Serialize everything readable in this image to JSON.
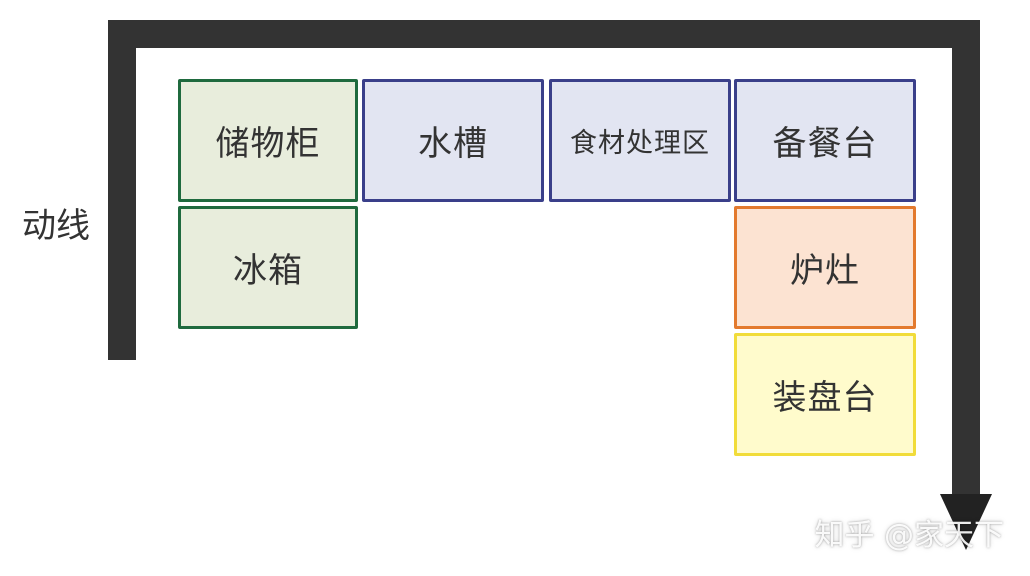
{
  "flow_label": "动线",
  "zones": {
    "storage_cabinet": "储物柜",
    "sink": "水槽",
    "food_prep": "食材处理区",
    "serving_counter": "备餐台",
    "fridge": "冰箱",
    "stove": "炉灶",
    "plating_counter": "装盘台"
  },
  "watermark": "知乎 @家天下",
  "colors": {
    "path": "#333333",
    "green_border": "#1f6a3e",
    "green_fill": "#e8eddc",
    "blue_border": "#3a3f8a",
    "blue_fill": "#e2e5f2",
    "orange_border": "#e37a2e",
    "orange_fill": "#fce3d2",
    "yellow_border": "#f1dc3a",
    "yellow_fill": "#fffbcc"
  }
}
